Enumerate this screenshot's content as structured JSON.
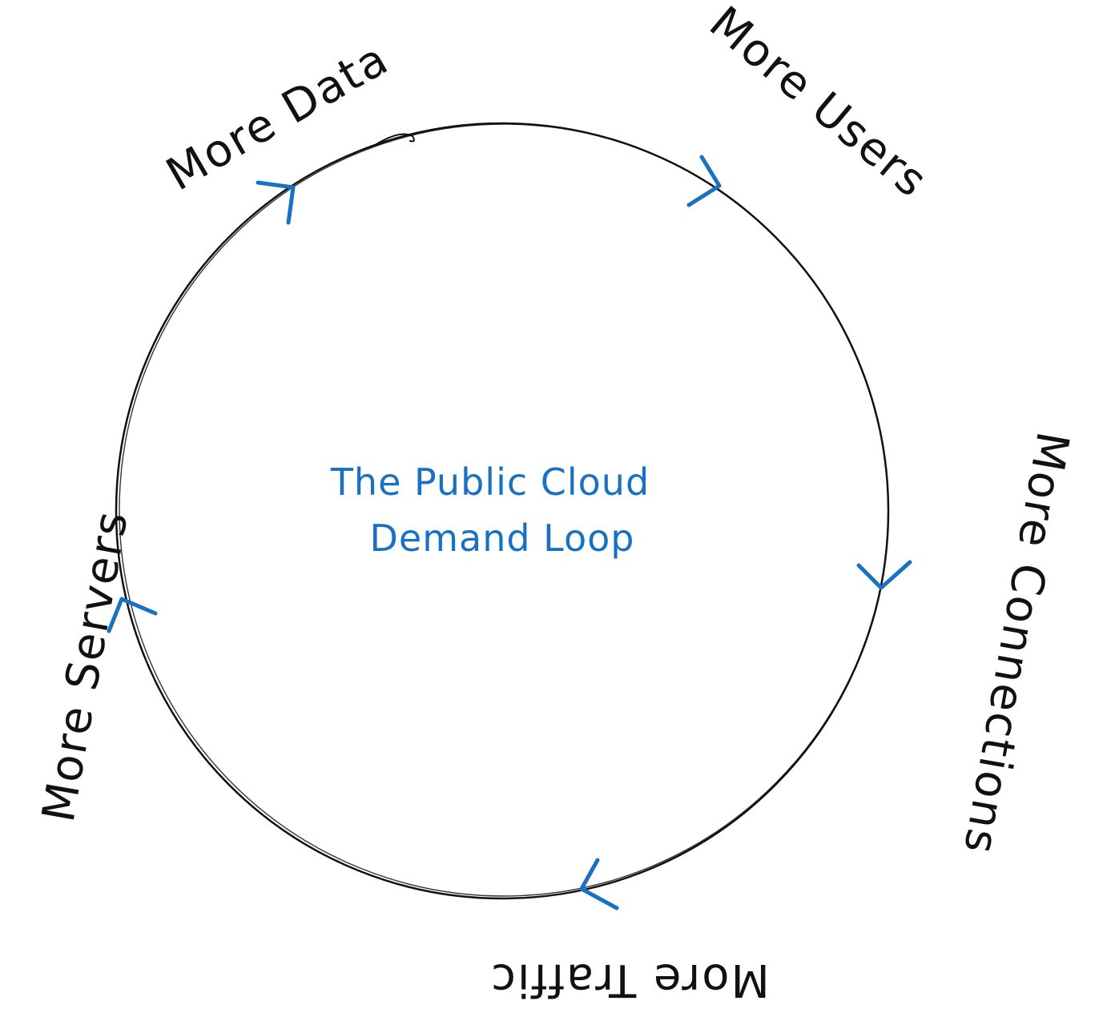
{
  "diagram": {
    "center": {
      "line1": "The Public Cloud",
      "line2": "Demand Loop"
    },
    "labels": {
      "more_users": "More Users",
      "more_connections": "More Connections",
      "more_traffic": "More Traffic",
      "more_servers": "More Servers",
      "more_data": "More Data"
    },
    "colors": {
      "ink": "#111111",
      "accent": "#1971c2",
      "background": "#ffffff"
    },
    "icons": {
      "arrow": "chevron-arrow-icon"
    }
  }
}
